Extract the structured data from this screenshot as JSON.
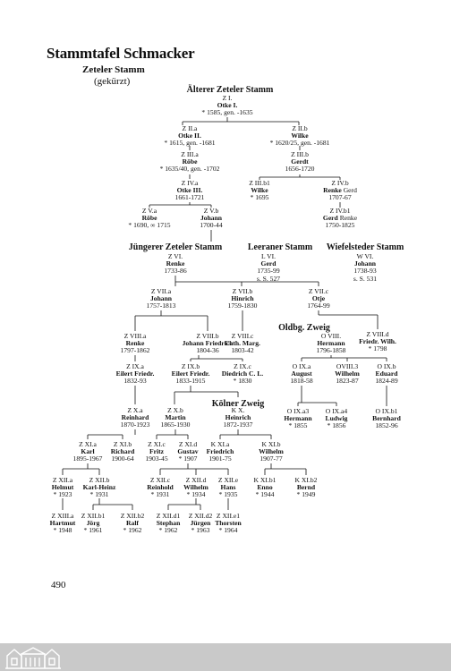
{
  "title": "Stammtafel Schmacker",
  "subtitle": "Zeteler Stamm",
  "subtitle_note": "(gekürzt)",
  "page_number": "490",
  "branches": {
    "aelterer": "Älterer Zeteler Stamm",
    "juengerer": "Jüngerer Zeteler Stamm",
    "leeraner": "Leeraner Stamm",
    "wiefelsteder": "Wiefelsteder Stamm",
    "oldbg": "Oldbg. Zweig",
    "koelner": "Kölner Zweig"
  },
  "nodes": {
    "z1": {
      "id": "Z I.",
      "name": "Otke I.",
      "dates": "* 1585, gen. -1635"
    },
    "z2a": {
      "id": "Z II.a",
      "name": "Otke II.",
      "dates": "* 1615, gen. -1681"
    },
    "z2b": {
      "id": "Z II.b",
      "name": "Wilke",
      "dates": "* 1620/25, gen. -1681"
    },
    "z3a": {
      "id": "Z III.a",
      "name": "Röbe",
      "dates": "* 1635/40, gen. -1702"
    },
    "z3b": {
      "id": "Z III.b",
      "name": "Gerdt",
      "dates": "1656-1720"
    },
    "z4a": {
      "id": "Z IV.a",
      "name": "Otke III.",
      "dates": "1661-1721"
    },
    "z3b1": {
      "id": "Z III.b1",
      "name": "Wilke",
      "dates": "* 1695"
    },
    "z4b": {
      "id": "Z IV.b",
      "name": "Renke",
      "name2": "Gerd",
      "dates": "1707-67"
    },
    "z5a": {
      "id": "Z V.a",
      "name": "Röbe",
      "dates": "* 1690, ∞ 1715"
    },
    "z5b": {
      "id": "Z V.b",
      "name": "Johann",
      "dates": "1700-44"
    },
    "z4b1": {
      "id": "Z IV.b1",
      "name": "Gerd",
      "name2": "Renke",
      "dates": "1750-1825"
    },
    "z6": {
      "id": "Z VI.",
      "name": "Renke",
      "dates": "1733-86"
    },
    "l6": {
      "id": "L VI.",
      "name": "Gerd",
      "dates": "1735-99",
      "note": "s. S. 527"
    },
    "w6": {
      "id": "W VI.",
      "name": "Johann",
      "dates": "1738-93",
      "note": "s. S. 531"
    },
    "z7a": {
      "id": "Z VII.a",
      "name": "Johann",
      "dates": "1757-1813"
    },
    "z7b": {
      "id": "Z VII.b",
      "name": "Hinrich",
      "dates": "1759-1830"
    },
    "z7c": {
      "id": "Z VII.c",
      "name": "Otje",
      "dates": "1764-99"
    },
    "z8a": {
      "id": "Z VIII.a",
      "name": "Renke",
      "dates": "1797-1862"
    },
    "z8b": {
      "id": "Z VIII.b",
      "name": "Johann Friedrich",
      "dates": "1804-36"
    },
    "z8c": {
      "id": "Z VIII.c",
      "name": "Cath. Marg.",
      "dates": "1803-42"
    },
    "o8": {
      "id": "O VIII.",
      "name": "Hermann",
      "dates": "1796-1858"
    },
    "z8d": {
      "id": "Z VIII.d",
      "name": "Friedr. Wilh.",
      "dates": "* 1798"
    },
    "z9a": {
      "id": "Z IX.a",
      "name": "Eilert Friedr.",
      "dates": "1832-93"
    },
    "z9b": {
      "id": "Z IX.b",
      "name": "Eilert Friedr.",
      "dates": "1833-1915"
    },
    "z9c": {
      "id": "Z IX.c",
      "name": "Diedrich C. L.",
      "dates": "* 1830"
    },
    "o9a": {
      "id": "O IX.a",
      "name": "August",
      "dates": "1818-58"
    },
    "o9_3": {
      "id": "OVIII.3",
      "name": "Wilhelm",
      "dates": "1823-87"
    },
    "o9b": {
      "id": "O IX.b",
      "name": "Eduard",
      "dates": "1824-89"
    },
    "z10a": {
      "id": "Z X.a",
      "name": "Reinhard",
      "dates": "1870-1923"
    },
    "z10b": {
      "id": "Z X.b",
      "name": "Martin",
      "dates": "1865-1930"
    },
    "k10": {
      "id": "K X.",
      "name": "Heinrich",
      "dates": "1872-1937"
    },
    "o9a3": {
      "id": "O IX.a3",
      "name": "Hermann",
      "dates": "* 1855"
    },
    "o9a4": {
      "id": "O IX.a4",
      "name": "Ludwig",
      "dates": "* 1856"
    },
    "o9b1": {
      "id": "O IX.b1",
      "name": "Bernhard",
      "dates": "1852-96"
    },
    "z11a": {
      "id": "Z XI.a",
      "name": "Karl",
      "dates": "1895-1967"
    },
    "z11b": {
      "id": "Z XI.b",
      "name": "Richard",
      "dates": "1900-64"
    },
    "z11c": {
      "id": "Z XI.c",
      "name": "Fritz",
      "dates": "1903-45"
    },
    "z11d": {
      "id": "Z XI.d",
      "name": "Gustav",
      "dates": "* 1907"
    },
    "k11a": {
      "id": "K XI.a",
      "name": "Friedrich",
      "dates": "1901-75"
    },
    "k11b": {
      "id": "K XI.b",
      "name": "Wilhelm",
      "dates": "1907-77"
    },
    "z12a": {
      "id": "Z XII.a",
      "name": "Helmut",
      "dates": "* 1923"
    },
    "z12b": {
      "id": "Z XII.b",
      "name": "Karl-Heinz",
      "dates": "* 1931"
    },
    "z12c": {
      "id": "Z XII.c",
      "name": "Reinhold",
      "dates": "* 1931"
    },
    "z12d": {
      "id": "Z XII.d",
      "name": "Wilhelm",
      "dates": "* 1934"
    },
    "z12e": {
      "id": "Z XII.e",
      "name": "Hans",
      "dates": "* 1935"
    },
    "k11b1": {
      "id": "K XI.b1",
      "name": "Enno",
      "dates": "* 1944"
    },
    "k11b2": {
      "id": "K XI.b2",
      "name": "Bernd",
      "dates": "* 1949"
    },
    "z13a": {
      "id": "Z XIII.a",
      "name": "Hartmut",
      "dates": "* 1948"
    },
    "z12b1": {
      "id": "Z XII.b1",
      "name": "Jörg",
      "dates": "* 1961"
    },
    "z12b2": {
      "id": "Z XII.b2",
      "name": "Ralf",
      "dates": "* 1962"
    },
    "z12d1": {
      "id": "Z XII.d1",
      "name": "Stephan",
      "dates": "* 1962"
    },
    "z12d2": {
      "id": "Z XII.d2",
      "name": "Jürgen",
      "dates": "* 1963"
    },
    "z12e1": {
      "id": "Z XII.e1",
      "name": "Thorsten",
      "dates": "* 1964"
    }
  }
}
